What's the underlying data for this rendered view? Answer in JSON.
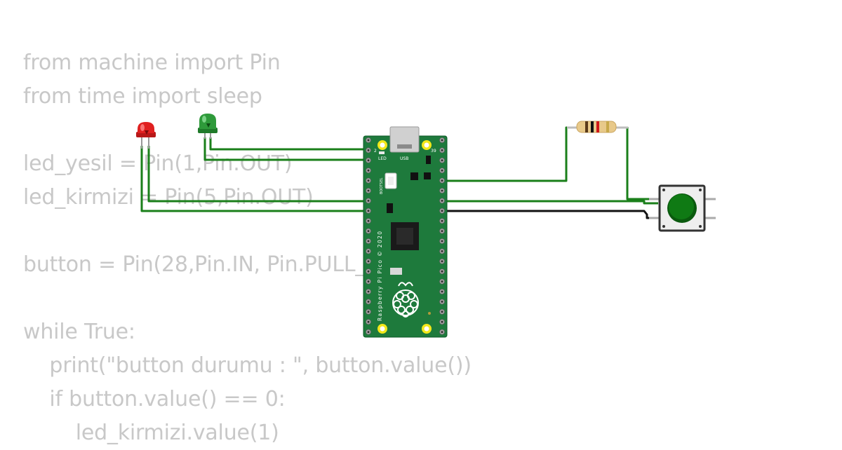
{
  "code": {
    "lines": [
      "from machine import Pin",
      "from time import sleep",
      "",
      "led_yesil = Pin(1,Pin.OUT)",
      "led_kirmizi = Pin(5,Pin.OUT)",
      "",
      "button = Pin(28,Pin.IN, Pin.PULL_UP)",
      "",
      "while True:",
      "    print(\"button durumu : \", button.value())",
      "    if button.value() == 0:",
      "        led_kirmizi.value(1)"
    ]
  },
  "board": {
    "model_label": "Raspberry Pi Pico © 2020",
    "usb_label": "USB",
    "led_label": "LED",
    "bootsel_label": "BOOTSEL",
    "pin_label_left": "2",
    "pin_label_right": "39"
  },
  "components": {
    "led_red_color": "#e02020",
    "led_green_color": "#2e9a3a",
    "board_color": "#1e7a3c",
    "wire_green": "#1a7f1a",
    "wire_black": "#111111",
    "button_cap_color": "#0f7a14"
  }
}
